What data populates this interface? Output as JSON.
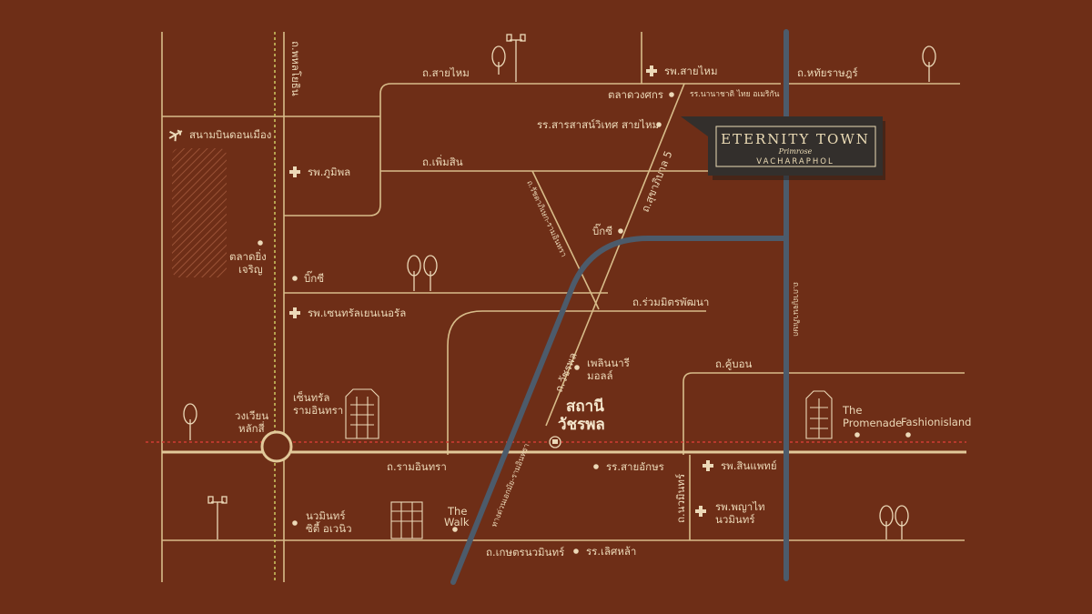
{
  "colors": {
    "background": "#6e2e17",
    "road": "#d8bc8a",
    "text": "#ecd9b8",
    "rail_dotted_red": "#cf3b34",
    "rail_dotted_yellow": "#c9c05e",
    "blue_line": "#4c5b6b",
    "brand_box": "#332f2c"
  },
  "roads": {
    "phahonyothin": "ถ.พหลโยธิน",
    "sai_mai": "ถ.สายไหม",
    "phumsin": "ถ.เพิ่มสิน",
    "hathairat": "ถ.หทัยราษฎร์",
    "sukhaphiban5": "ถ.สุขาภิบาล 5",
    "ratchakhoy": "ถ.รัชดาภิเษก-รามอินทรา",
    "ruam_mit": "ถ.ร่วมมิตรพัฒนา",
    "watcharaphon": "ถ.วัชรพล",
    "khubon": "ถ.คู้บอน",
    "ram_intra": "ถ.รามอินทรา",
    "nawamin": "ถ.นวมินทร์",
    "kaset_nawamin": "ถ.เกษตรนวมินทร์",
    "expressway": "ทางด่วนเอกมัย-รามอินทรา",
    "ring_road": "ถ.กาญจนาภิเษก"
  },
  "places": {
    "airport": "สนามบินดอนเมือง",
    "phumipol": "รพ.ภูมิพล",
    "yingcharoen": [
      "ตลาดยิ่ง",
      "เจริญ"
    ],
    "big_c_left": "บิ๊กซี",
    "central_general": "รพ.เซนทรัลเยนเนอรัล",
    "central_ramintra": [
      "เซ็นทรัล",
      "รามอินทรา"
    ],
    "laksi_circle": [
      "วงเวียน",
      "หลักสี่"
    ],
    "nawamin_city": [
      "นวมินทร์",
      "ซิตี้ อเวนิว"
    ],
    "the_walk": [
      "The",
      "Walk"
    ],
    "saimai_hospital": "รพ.สายไหม",
    "duangkamol_market": "ตลาดวงศกร",
    "american_school": "รร.นานาชาติ ไทย อเมริกัน",
    "sarasas": "รร.สารสาสน์วิเทศ สายไหม",
    "big_c_right": "บิ๊กซี",
    "fashion_mall": [
      "เพลินนารี",
      "มอลล์"
    ],
    "station": [
      "สถานี",
      "วัชรพล"
    ],
    "sai_aksorn": "รร.สายอักษร",
    "sinphaet": "รพ.สินแพทย์",
    "phyathai": [
      "รพ.พญาไท",
      "นวมินทร์"
    ],
    "lertla": "รร.เลิศหล้า",
    "promenade": [
      "The",
      "Promenade"
    ],
    "fashionisland": "Fashionisland"
  },
  "brand": {
    "title": "ETERNITY TOWN",
    "script": "Primrose",
    "subtitle": "VACHARAPHOL"
  }
}
